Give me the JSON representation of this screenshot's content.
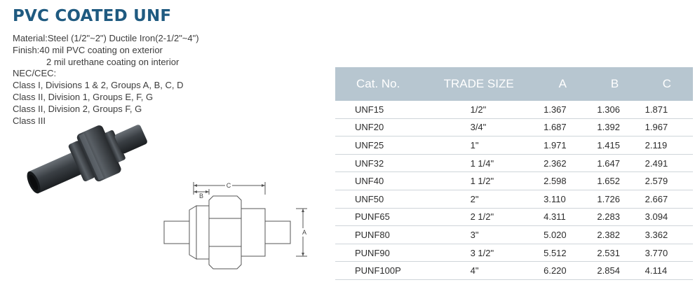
{
  "title": "PVC COATED UNF",
  "specs": {
    "material": "Material:Steel (1/2\"~2\") Ductile Iron(2-1/2\"~4\")",
    "finish_1": "Finish:40 mil PVC coating on exterior",
    "finish_2": "2 mil urethane coating on interior",
    "nec_heading": "NEC/CEC:",
    "classes": [
      "Class I, Divisions 1 & 2, Groups A, B, C, D",
      "Class II, Division 1, Groups E, F, G",
      "Class II, Division 2, Groups F, G",
      "Class III"
    ]
  },
  "drawing": {
    "label_a": "A",
    "label_b": "B",
    "label_c": "C"
  },
  "table": {
    "headers": [
      "Cat. No.",
      "TRADE SIZE",
      "A",
      "B",
      "C"
    ],
    "rows": [
      [
        "UNF15",
        "1/2\"",
        "1.367",
        "1.306",
        "1.871"
      ],
      [
        "UNF20",
        "3/4\"",
        "1.687",
        "1.392",
        "1.967"
      ],
      [
        "UNF25",
        "1\"",
        "1.971",
        "1.415",
        "2.119"
      ],
      [
        "UNF32",
        "1 1/4\"",
        "2.362",
        "1.647",
        "2.491"
      ],
      [
        "UNF40",
        "1 1/2\"",
        "2.598",
        "1.652",
        "2.579"
      ],
      [
        "UNF50",
        "2\"",
        "3.110",
        "1.726",
        "2.667"
      ],
      [
        "PUNF65",
        "2 1/2\"",
        "4.311",
        "2.283",
        "3.094"
      ],
      [
        "PUNF80",
        "3\"",
        "5.020",
        "2.382",
        "3.362"
      ],
      [
        "PUNF90",
        "3 1/2\"",
        "5.512",
        "2.531",
        "3.770"
      ],
      [
        "PUNF100P",
        "4\"",
        "6.220",
        "2.854",
        "4.114"
      ]
    ]
  },
  "colors": {
    "title": "#1f5a80",
    "header_bg": "#b7c6d0",
    "header_text": "#ffffff",
    "pvc": "#3c4146"
  }
}
